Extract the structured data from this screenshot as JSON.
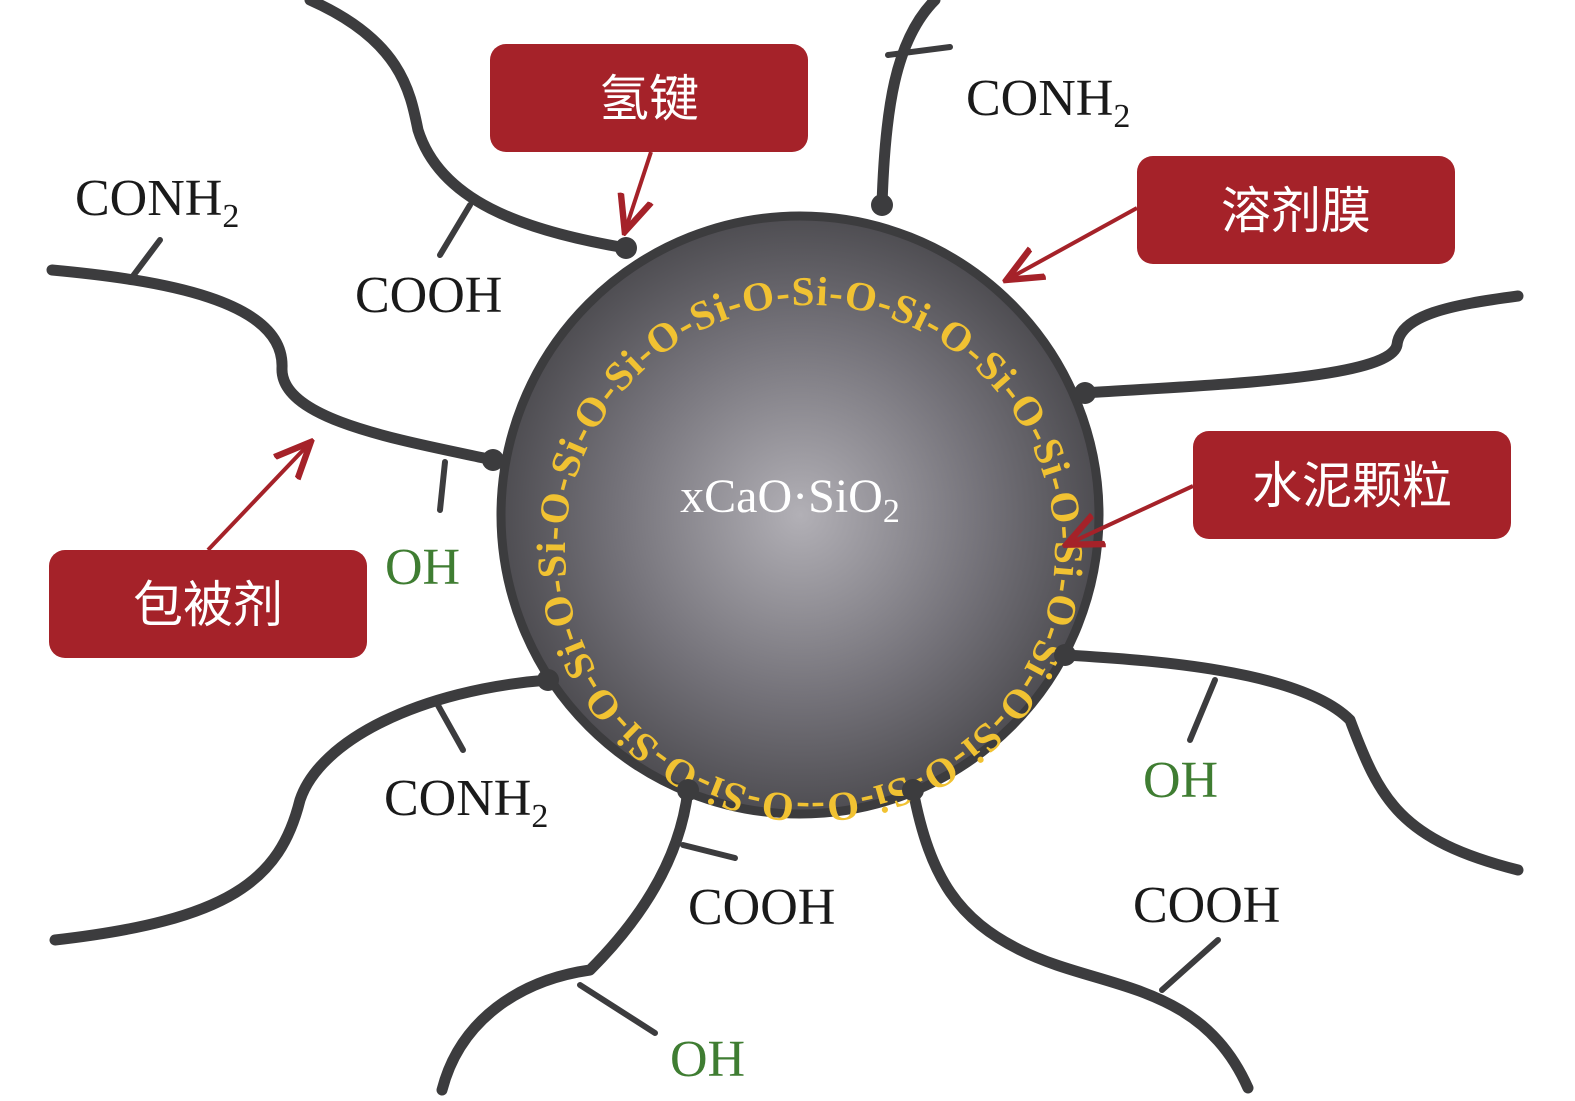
{
  "particle": {
    "formula_main": "xCaO·SiO",
    "formula_sub": "2",
    "ring_text": "-O-Si-O-Si-O-Si-O-Si-O-Si-O-Si-O-Si-O-Si-O-Si-O-Si-O-Si-O-Si-O-Si-O-Si-O-Si-O-Si-O-Si-O-Si-O-Si-O-Si-O-Si-O-Si-",
    "body_color": "#4a4a4e",
    "ring_color": "#f1c232"
  },
  "callouts": {
    "hydrogen_bond": "氢键",
    "solvent_film": "溶剂膜",
    "cement_particle": "水泥颗粒",
    "coating_agent": "包被剂",
    "box_color": "#a52229"
  },
  "groups": {
    "conh2_main": "CONH",
    "conh2_sub": "2",
    "cooh": "COOH",
    "oh": "OH",
    "oh_color": "#3f7d32"
  }
}
